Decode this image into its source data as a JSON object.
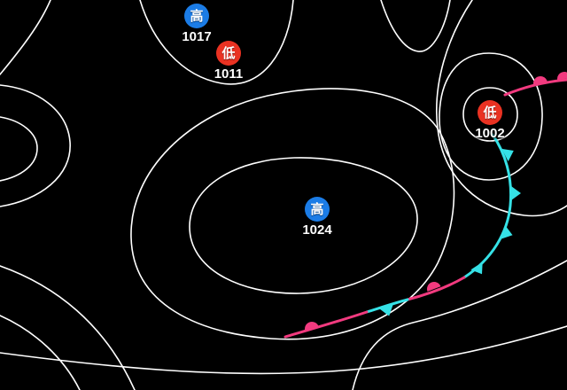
{
  "map": {
    "kind": "surface-weather-map",
    "systems": [
      {
        "type": "high",
        "symbol": "高",
        "pressure": "1017"
      },
      {
        "type": "low",
        "symbol": "低",
        "pressure": "1011"
      },
      {
        "type": "low",
        "symbol": "低",
        "pressure": "1002"
      },
      {
        "type": "high",
        "symbol": "高",
        "pressure": "1024"
      }
    ],
    "fronts": [
      {
        "type": "warm",
        "location": "top-right, extending from low 1002 to right edge"
      },
      {
        "type": "cold",
        "location": "curving south from low 1002"
      },
      {
        "type": "stationary",
        "location": "bottom center, alternating warm/cold segments"
      }
    ],
    "colors": {
      "high": "#1b7ce6",
      "low": "#ea3222",
      "warm_front": "#f23a7f",
      "cold_front": "#35e1e6",
      "isobar": "#ffffff",
      "background": "#000000"
    }
  }
}
